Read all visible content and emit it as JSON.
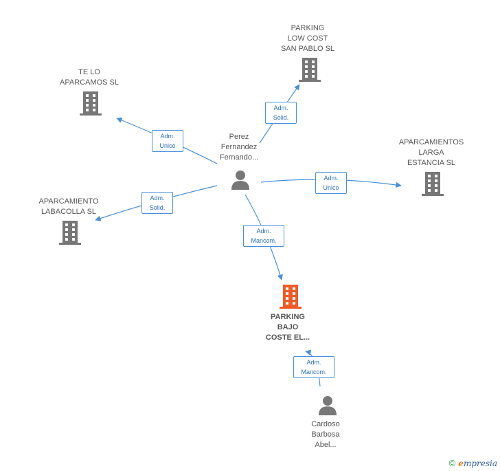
{
  "nodes": {
    "perez": "Perez\nFernandez\nFernando...",
    "te_lo": "TE LO\nAPARCAMOS SL",
    "parking_low": "PARKING\nLOW COST\nSAN PABLO SL",
    "aparcamientos_larga": "APARCAMIENTOS\nLARGA\nESTANCIA SL",
    "aparcamiento_labacolla": "APARCAMIENTO\nLABACOLLA SL",
    "parking_bajo": "PARKING\nBAJO\nCOSTE EL...",
    "cardoso": "Cardoso\nBarbosa\nAbel..."
  },
  "relations": {
    "te_lo": "Adm.\nUnico",
    "parking_low": "Adm.\nSolid.",
    "aparcamientos_larga": "Adm.\nUnico",
    "aparcamiento_labacolla": "Adm.\nSolid.",
    "parking_bajo": "Adm.\nMancom.",
    "cardoso": "Adm.\nMancom."
  },
  "colors": {
    "company": "#777777",
    "company_main": "#f05a28",
    "person": "#777777",
    "edge": "#4a90d9"
  },
  "icons": {
    "company": "building-icon",
    "person": "person-icon"
  },
  "footer": {
    "copyright": "©",
    "brand_e": "e",
    "brand_rest": "mpresia"
  }
}
